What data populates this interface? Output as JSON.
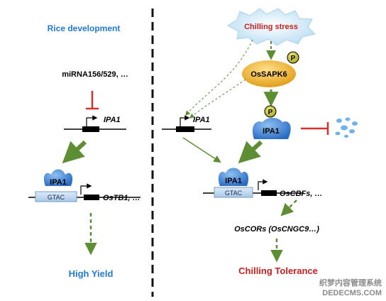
{
  "left_panel": {
    "title": "Rice development",
    "regulator": "miRNA156/529, …",
    "gene": "IPA1",
    "protein": "IPA1",
    "motif": "GTAC",
    "target_gene": "OsTB1, …",
    "outcome": "High Yield"
  },
  "right_panel": {
    "stress": "Chilling stress",
    "kinase": "OsSAPK6",
    "phospho_symbol": "P",
    "gene": "IPA1",
    "protein_phospho": "IPA1",
    "protein_bound": "IPA1",
    "motif": "GTAC",
    "target_gene": "OsCBFs, …",
    "downstream": "OsCORs (OsCNGC9…)",
    "outcome": "Chilling Tolerance"
  },
  "watermark": {
    "line1": "织梦内容管理系统",
    "line2": "DEDECMS.COM"
  },
  "colors": {
    "blue_title": "#1F7BD6",
    "red_stress": "#C8201E",
    "arrow_green": "#5E8E33",
    "inhibit_red": "#D9302A",
    "protein_blue": "#3A7FD6",
    "kinase_orange": "#E8A81E",
    "phospho_yellow": "#C7C22C"
  }
}
